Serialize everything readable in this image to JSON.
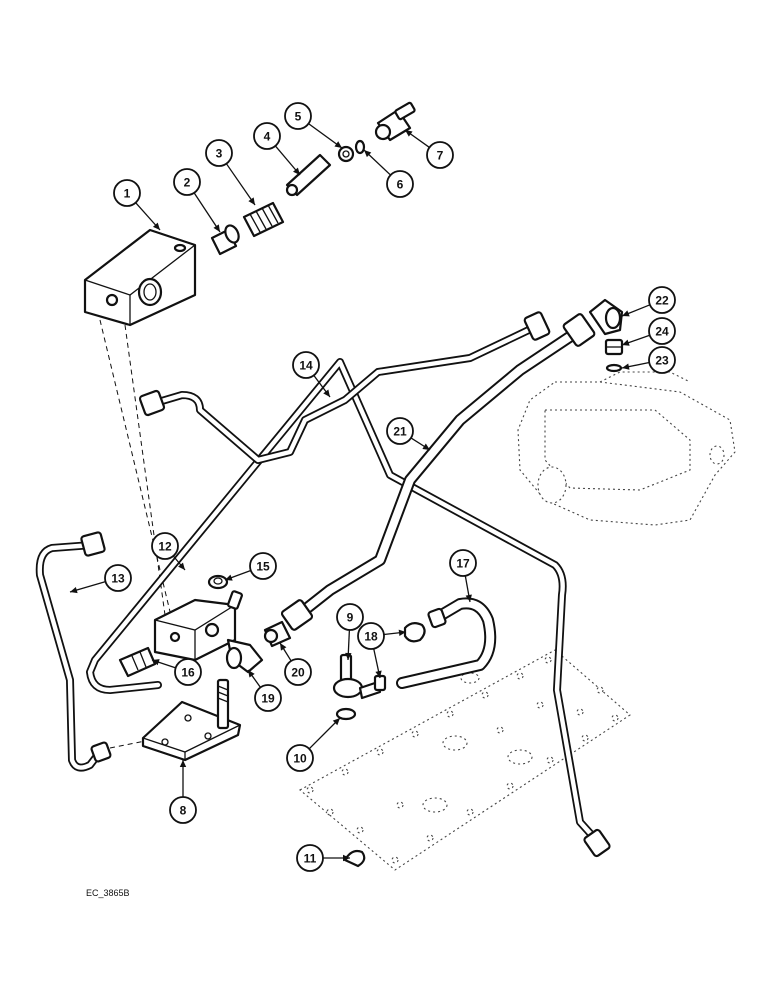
{
  "figure_ref": "EC_3865B",
  "callouts": [
    {
      "label": "1",
      "part": "valve-block"
    },
    {
      "label": "2",
      "part": "plug"
    },
    {
      "label": "3",
      "part": "spring"
    },
    {
      "label": "4",
      "part": "plunger"
    },
    {
      "label": "5",
      "part": "washer"
    },
    {
      "label": "6",
      "part": "o-ring"
    },
    {
      "label": "7",
      "part": "fitting"
    },
    {
      "label": "8",
      "part": "mounting-bracket"
    },
    {
      "label": "9",
      "part": "tee-fitting"
    },
    {
      "label": "10",
      "part": "o-ring"
    },
    {
      "label": "11",
      "part": "clip"
    },
    {
      "label": "12",
      "part": "tube"
    },
    {
      "label": "13",
      "part": "tube"
    },
    {
      "label": "14",
      "part": "tube"
    },
    {
      "label": "15",
      "part": "plug"
    },
    {
      "label": "16",
      "part": "adapter"
    },
    {
      "label": "17",
      "part": "hose"
    },
    {
      "label": "18",
      "part": "hose-clamp"
    },
    {
      "label": "19",
      "part": "elbow"
    },
    {
      "label": "20",
      "part": "adapter"
    },
    {
      "label": "21",
      "part": "hose"
    },
    {
      "label": "22",
      "part": "elbow"
    },
    {
      "label": "23",
      "part": "o-ring"
    },
    {
      "label": "24",
      "part": "adapter"
    }
  ]
}
